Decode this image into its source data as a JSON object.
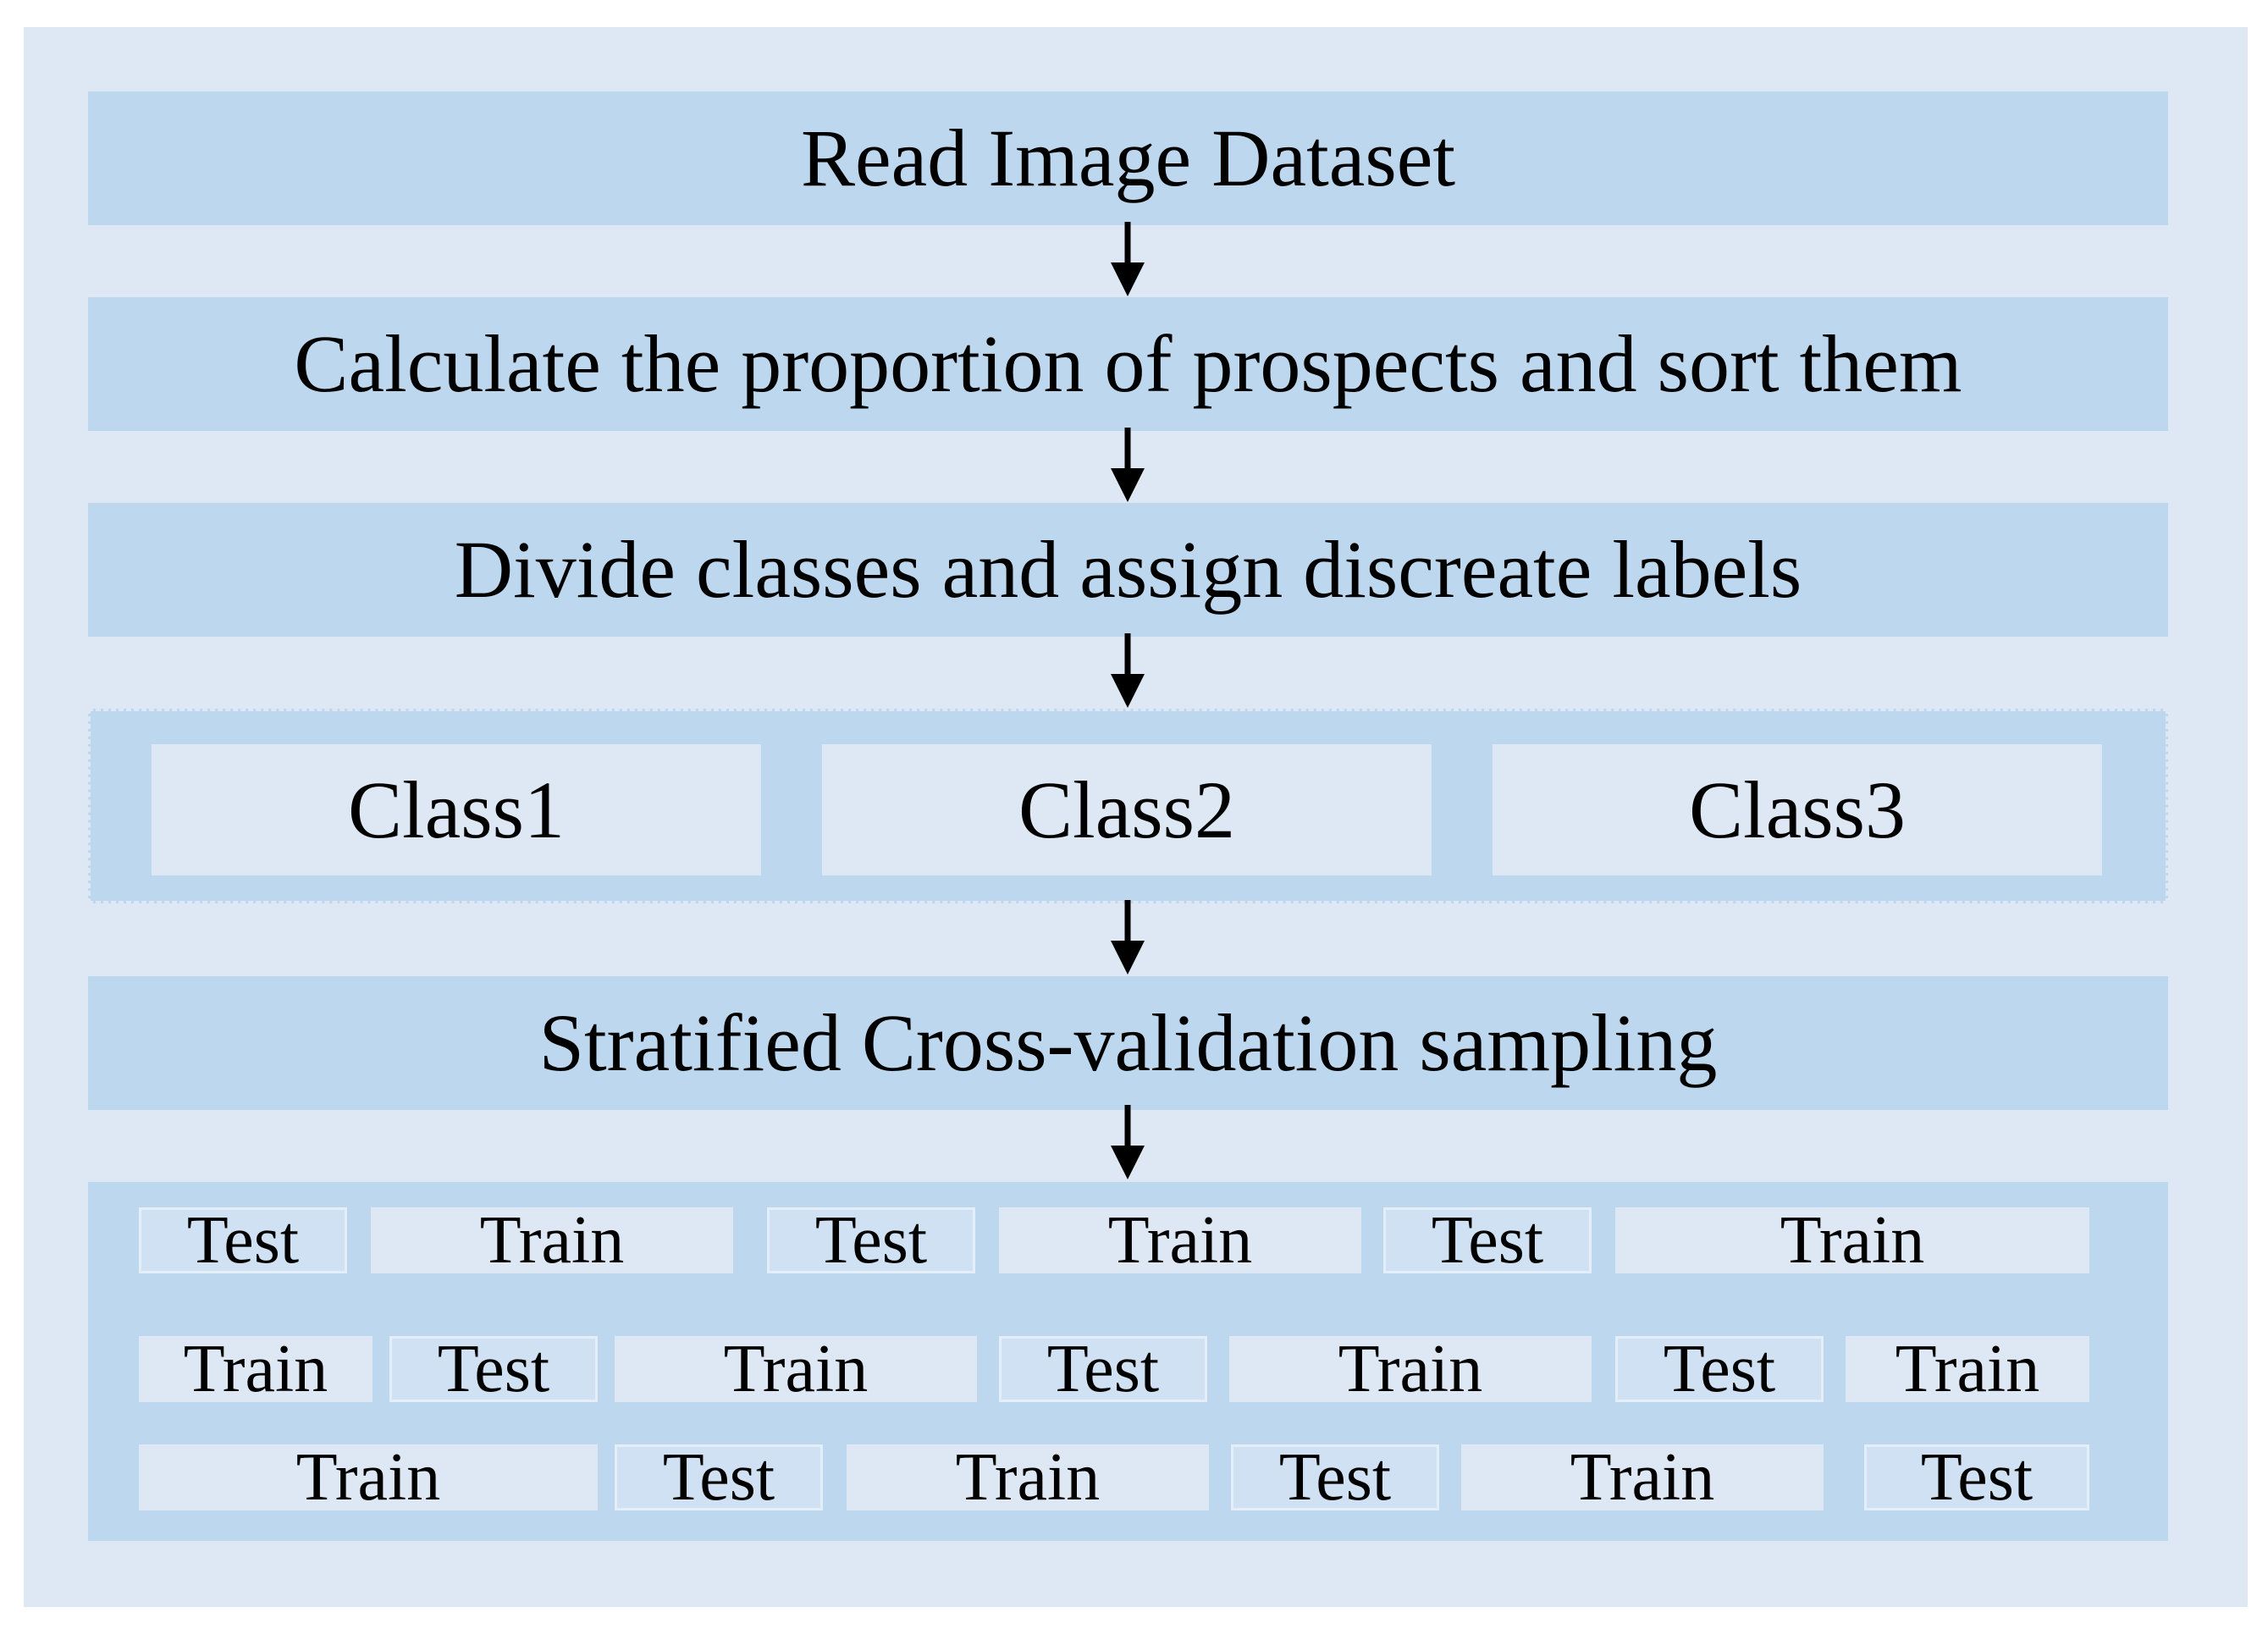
{
  "steps": {
    "read": "Read Image Dataset",
    "calculate": "Calculate the proportion of prospects and sort them",
    "divide": "Divide classes and assign discreate labels",
    "sampling": "Stratified Cross-validation sampling"
  },
  "classes": [
    "Class1",
    "Class2",
    "Class3"
  ],
  "folds": [
    [
      "Test",
      "Train",
      "Test",
      "Train",
      "Test",
      "Train"
    ],
    [
      "Train",
      "Test",
      "Train",
      "Test",
      "Train",
      "Test",
      "Train"
    ],
    [
      "Train",
      "Test",
      "Train",
      "Test",
      "Train",
      "Test"
    ]
  ],
  "colors": {
    "background": "#dde8f4",
    "band": "#bdd7ee",
    "arrow": "#000000"
  }
}
